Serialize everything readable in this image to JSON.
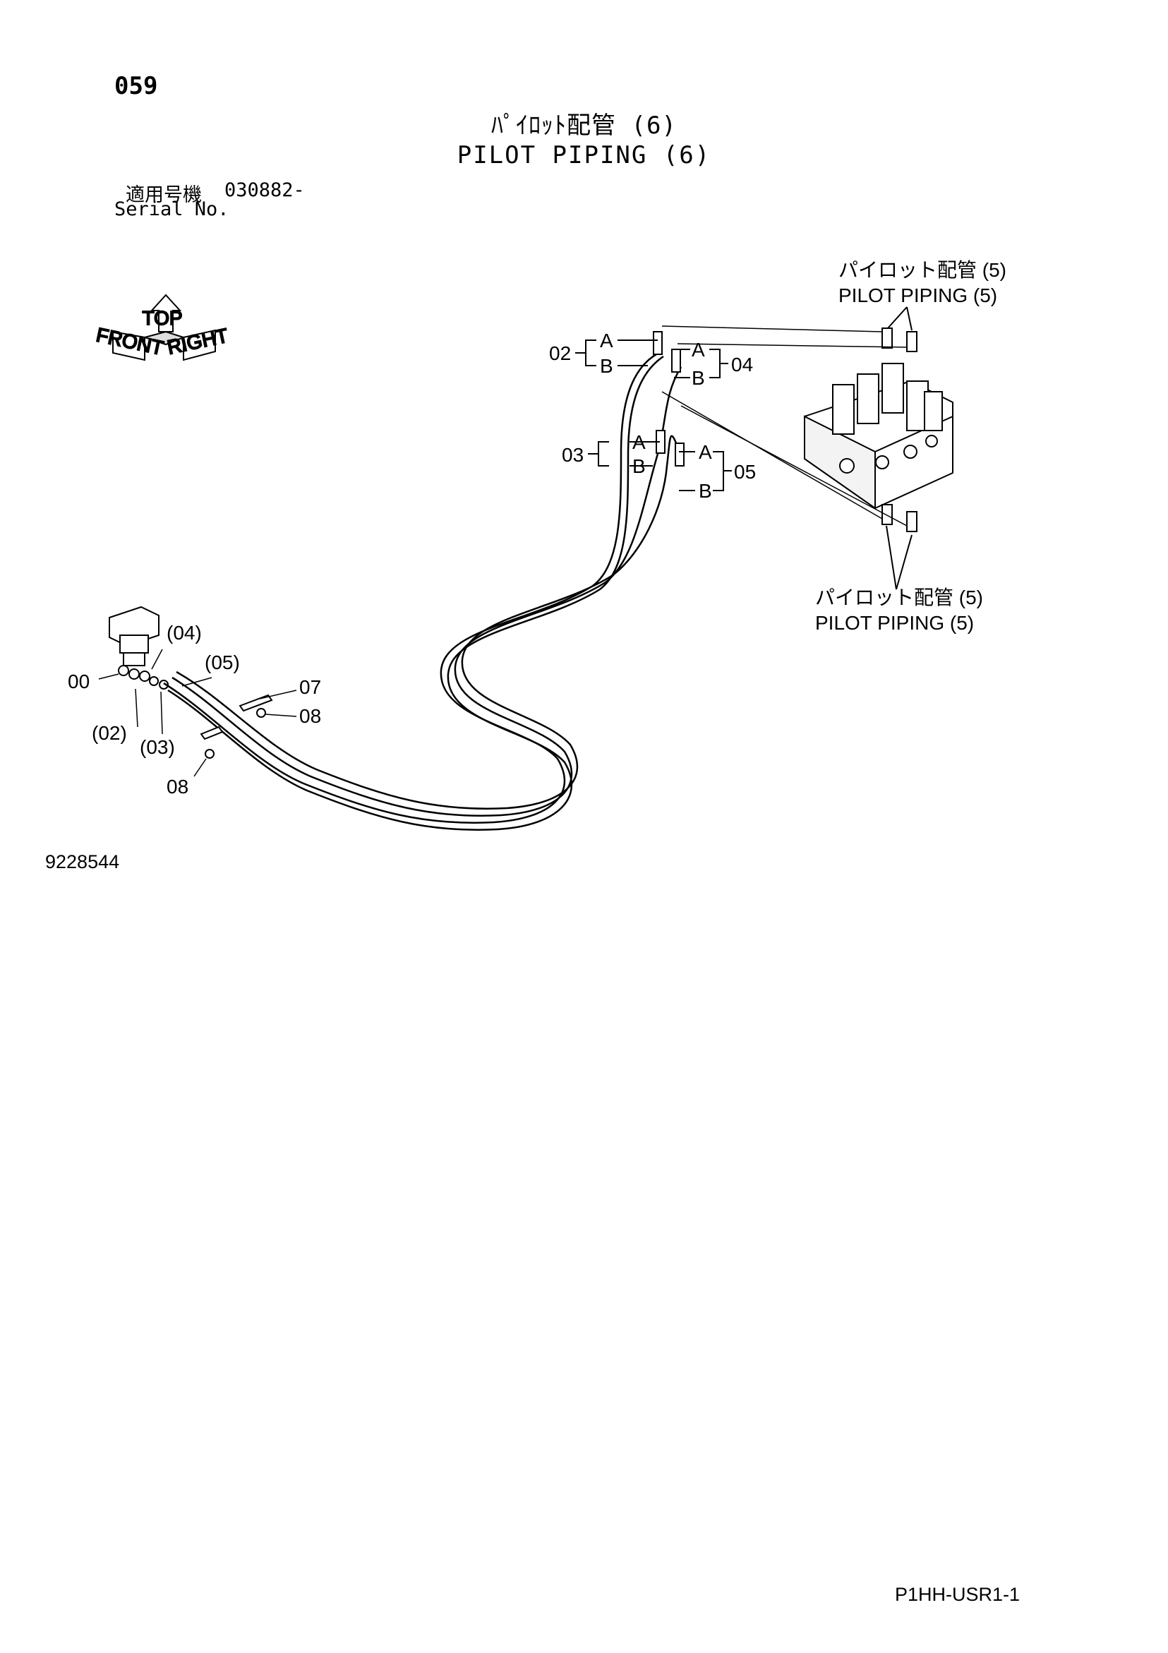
{
  "page_number": "059",
  "title": {
    "japanese": "ﾊﾟｲﾛｯﾄ配管 (6)",
    "english": "PILOT PIPING (6)"
  },
  "serial": {
    "label_japanese": "適用号機",
    "label_english": "Serial No.",
    "number": "030882-"
  },
  "orientation_icon": {
    "top": "TOP",
    "left": "FRONT",
    "right": "RIGHT"
  },
  "references": {
    "upper": {
      "japanese": "パイロット配管 (5)",
      "english": "PILOT  PIPING (5)"
    },
    "lower": {
      "japanese": "パイロット配管 (5)",
      "english": "PILOT  PIPING (5)"
    }
  },
  "callouts": {
    "hose_02": "02",
    "hose_03": "03",
    "hose_04": "04",
    "hose_05": "05",
    "end_a": "A",
    "end_b": "B",
    "part_00": "00",
    "ref_04": "(04)",
    "ref_05": "(05)",
    "ref_02": "(02)",
    "ref_03": "(03)",
    "part_07": "07",
    "part_08": "08"
  },
  "drawing_id": "9228544",
  "document_code": "P1HH-USR1-1"
}
